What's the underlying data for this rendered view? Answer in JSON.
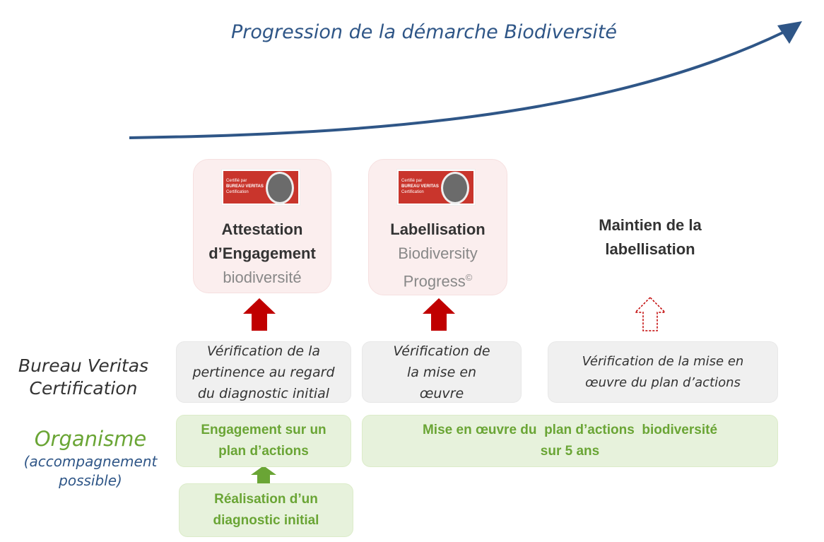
{
  "title": "Progression de la démarche Biodiversité",
  "logo": {
    "line1": "Certifié par",
    "line2": "BUREAU VERITAS",
    "line3": "Certification"
  },
  "steps": [
    {
      "title1": "Attestation",
      "title2": "d’Engagement",
      "subtitle": "biodiversité"
    },
    {
      "title1": "Labellisation",
      "subtitle1": "Biodiversity",
      "subtitle2": "Progress",
      "sup": "©"
    },
    {
      "title1": "Maintien de la",
      "title2": "labellisation"
    }
  ],
  "rows": {
    "bv": {
      "line1": "Bureau Veritas",
      "line2": "Certification"
    },
    "org": {
      "line1": "Organisme",
      "line2": "(accompagnement",
      "line3": "possible)"
    }
  },
  "verifications": [
    {
      "l1": "Vérification de la",
      "l2": "pertinence au regard",
      "l3": "du diagnostic initial"
    },
    {
      "l1": "Vérification de",
      "l2": "la mise en",
      "l3": "œuvre"
    },
    {
      "l1": "Vérification de la mise en",
      "l2": "œuvre du plan d’actions"
    }
  ],
  "actions": [
    {
      "l1": "Engagement sur un",
      "l2": "plan d’actions"
    },
    {
      "l1": "Mise en œuvre du  plan d’actions  biodiversité",
      "l2": "sur 5 ans"
    },
    {
      "l1": "Réalisation d’un",
      "l2": "diagnostic initial"
    }
  ],
  "colors": {
    "blue": "#2f5687",
    "red": "#c00000",
    "green": "#6aa535"
  }
}
